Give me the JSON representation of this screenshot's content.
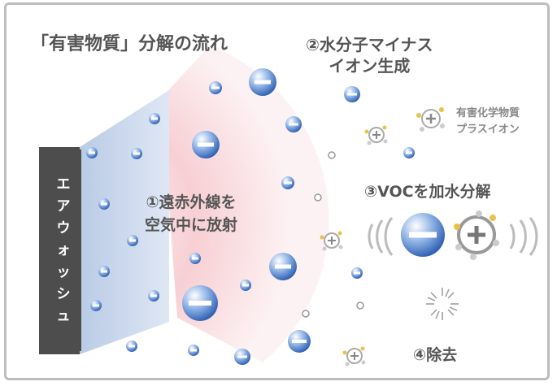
{
  "title": "「有害物質」分解の流れ",
  "labels": {
    "step2_line1": "②水分子マイナス",
    "step2_line2": "イオン生成",
    "step1_line1": "①遠赤外線を",
    "step1_line2": "空気中に放射",
    "step3": "③VOCを加水分解",
    "step4": "④除去",
    "legend_line1": "有害化学物質",
    "legend_line2": "プラスイオン",
    "air_wash": [
      "エ",
      "ア",
      "ウ",
      "ォ",
      "ッ",
      "シ",
      "ュ"
    ]
  },
  "colors": {
    "accent_pink": "#f0a8b0",
    "panel_blue": "#c9d8ee",
    "panel_gray": "#4d4d4d",
    "ion_yellow": "#e8c24a",
    "text": "#555555"
  }
}
